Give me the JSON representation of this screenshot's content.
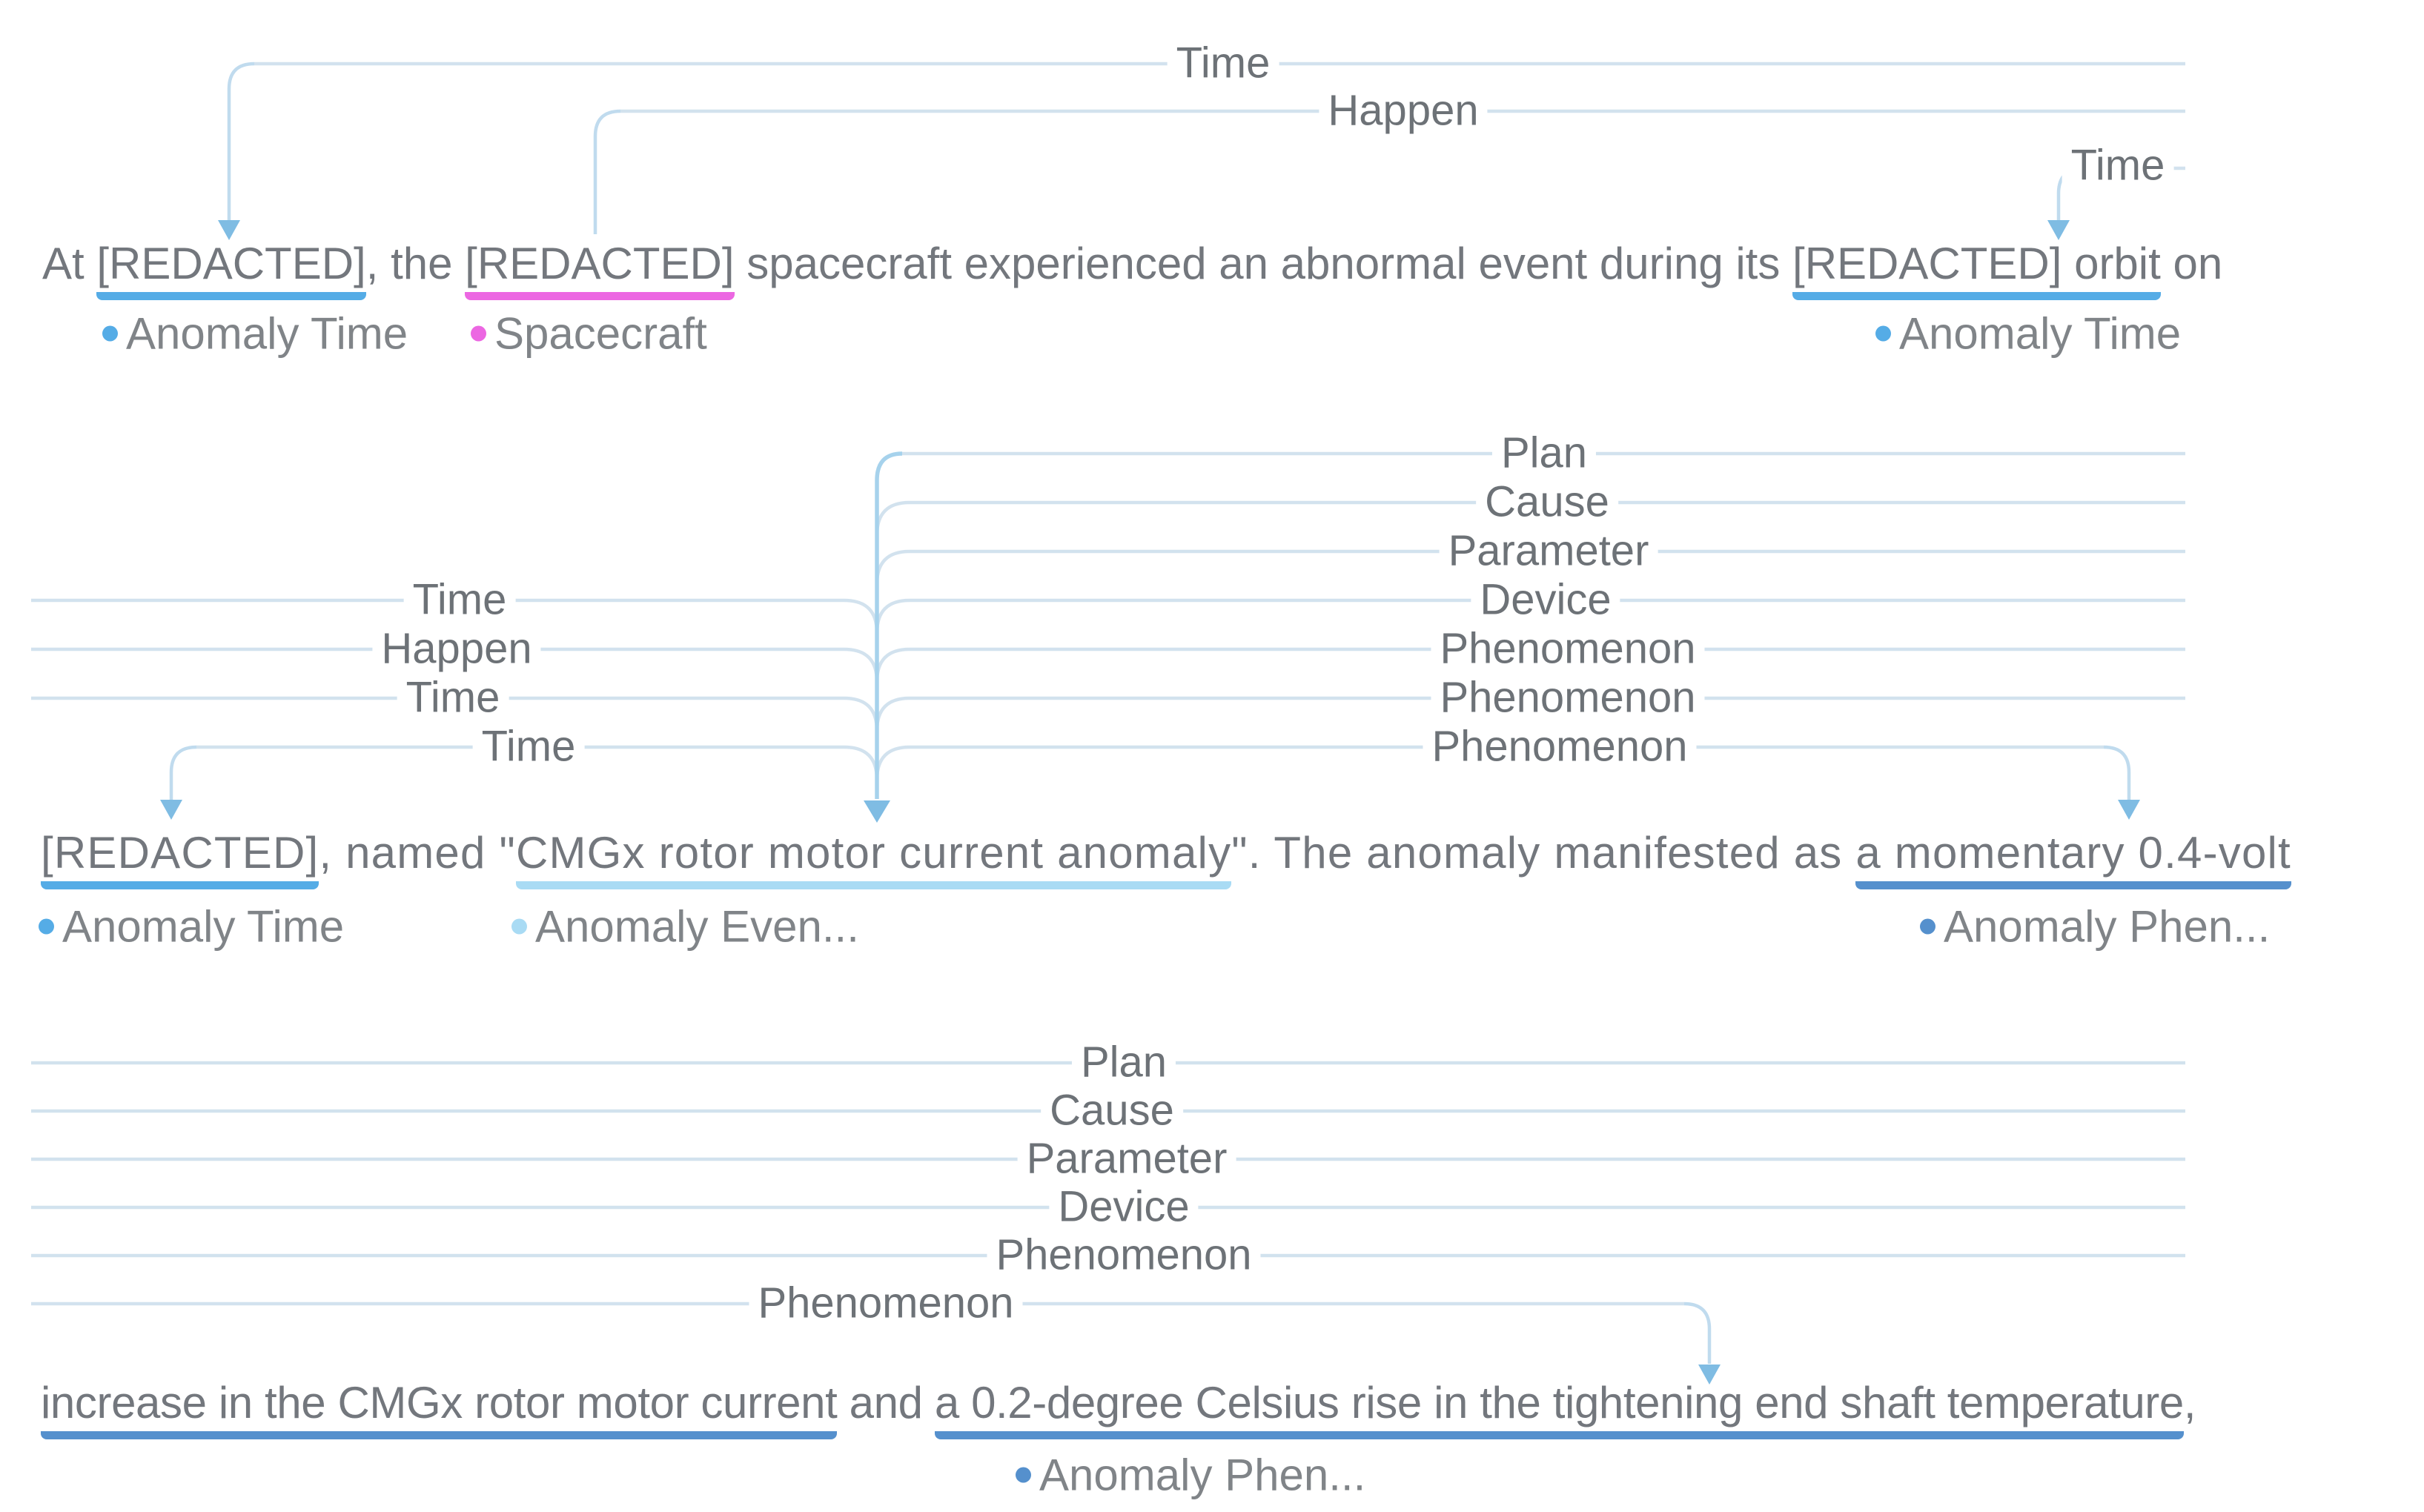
{
  "colors": {
    "anomaly_time_underline": "#55ace6",
    "spacecraft_underline": "#ec67e2",
    "anomaly_event_underline": "#a9dbf4",
    "anomaly_phenomenon_underline": "#5590cd",
    "arc_line_faint": "#d2e2ee",
    "arc_line_accent": "#c0dbee",
    "arc_trunk": "#a6d2ec",
    "arrowhead": "#7fbce3",
    "sentence_text": "#73777d",
    "label_text": "#808488",
    "relation_label_text": "#6d7277",
    "background": "#ffffff"
  },
  "lines": {
    "line1": {
      "pre": "At ",
      "e1": "[REDACTED]",
      "m1": ", the ",
      "e2": "[REDACTED]",
      "m2": " spacecraft experienced an abnormal event during its ",
      "e3": "[REDACTED] orbit",
      "post": " on"
    },
    "line2": {
      "e1": "[REDACTED]",
      "m1": ", named \"",
      "e2": "CMGx rotor motor current anomaly",
      "m2": "\". The anomaly manifested as ",
      "e3": "a momentary 0.4-volt"
    },
    "line3": {
      "e1": "increase in the CMGx rotor motor current",
      "m1": " and ",
      "e2": "a 0.2-degree Celsius rise in the tightening end shaft temperature",
      "post": ","
    }
  },
  "entity_types": {
    "anomaly_time": {
      "label": "Anomaly Time",
      "color": "#55ace6"
    },
    "spacecraft": {
      "label": "Spacecraft",
      "color": "#ec67e2"
    },
    "anomaly_event": {
      "label": "Anomaly Even...",
      "color": "#a9dbf4"
    },
    "anomaly_phenomenon": {
      "label": "Anomaly Phen...",
      "color": "#5590cd"
    }
  },
  "relations": {
    "line1_left": "Time",
    "line1_mid": "Happen",
    "line1_right": "Time",
    "mid_left_1": "Time",
    "mid_left_2": "Happen",
    "mid_left_3": "Time",
    "mid_left_4": "Time",
    "mid_right_1": "Plan",
    "mid_right_2": "Cause",
    "mid_right_3": "Parameter",
    "mid_right_4": "Device",
    "mid_right_5": "Phenomenon",
    "mid_right_6": "Phenomenon",
    "mid_right_7": "Phenomenon",
    "low_1": "Plan",
    "low_2": "Cause",
    "low_3": "Parameter",
    "low_4": "Device",
    "low_5": "Phenomenon",
    "low_6": "Phenomenon"
  }
}
